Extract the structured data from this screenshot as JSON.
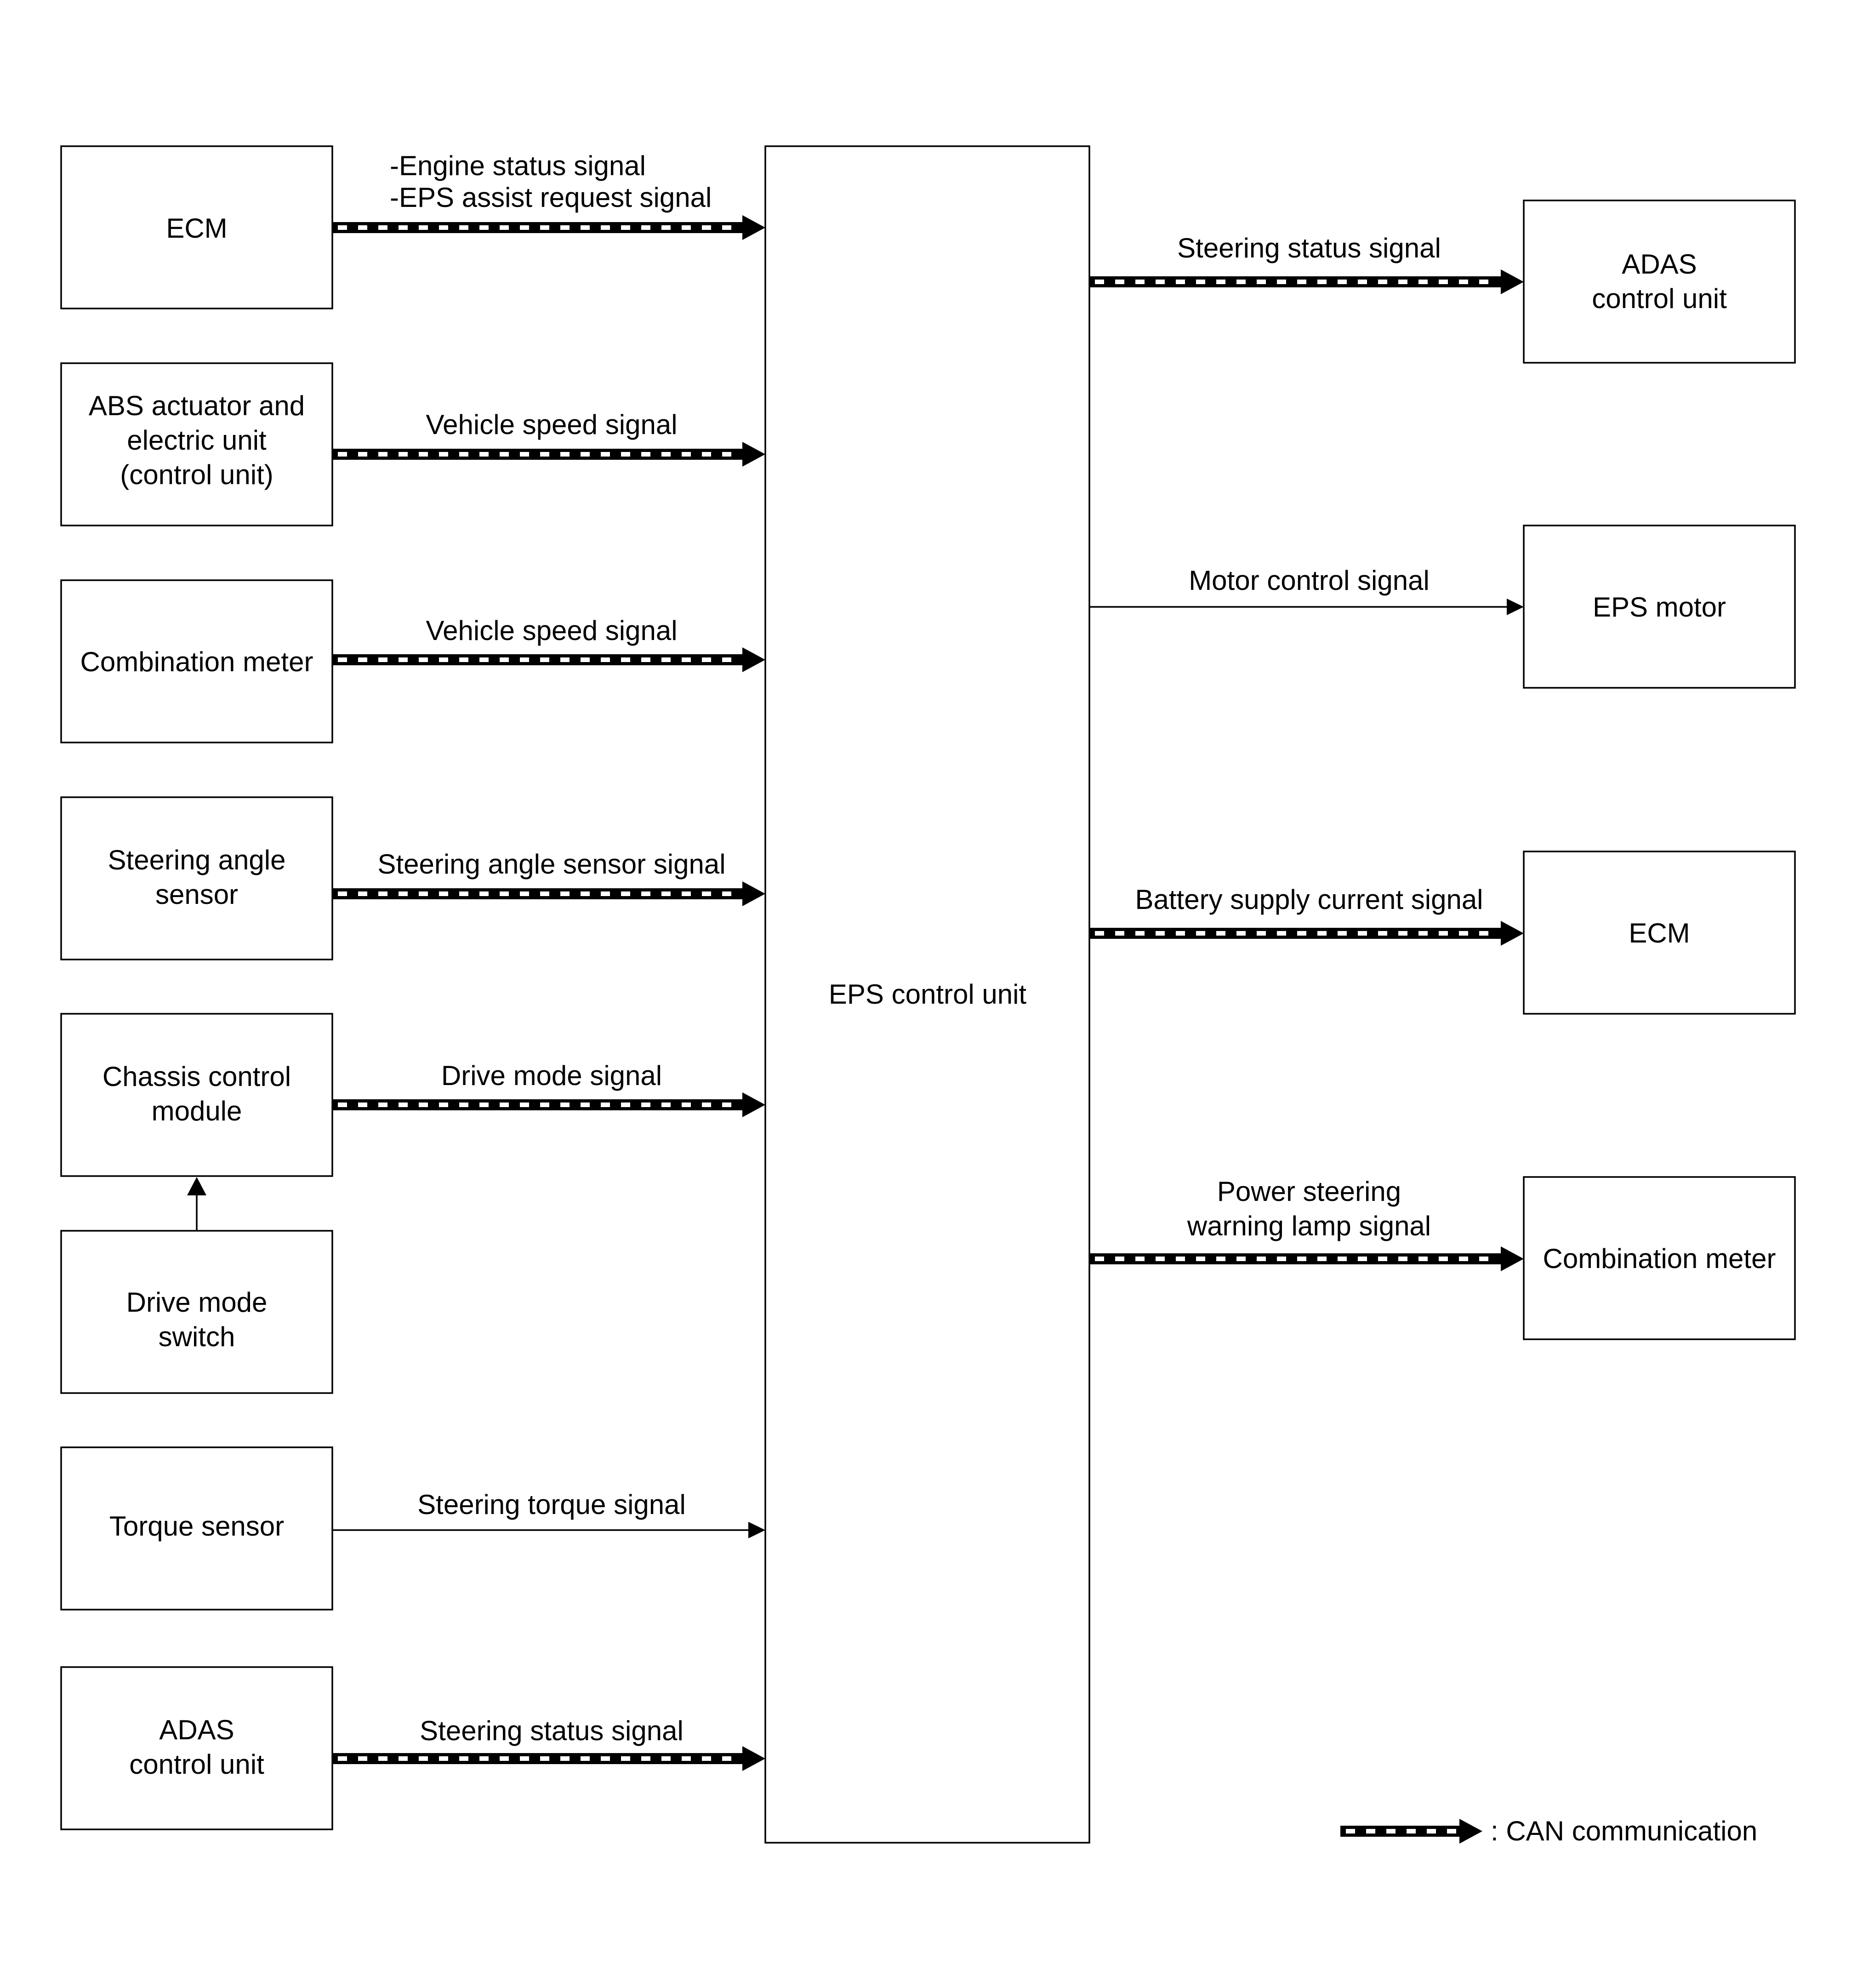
{
  "colors": {
    "line": "#000000",
    "background": "#ffffff",
    "dash": "#ffffff"
  },
  "center_unit": "EPS control unit",
  "inputs": [
    {
      "box": [
        "ECM"
      ],
      "signal": [
        "-Engine status signal",
        "-EPS assist request signal"
      ],
      "link": "can"
    },
    {
      "box": [
        "ABS actuator and",
        "electric unit",
        "(control unit)"
      ],
      "signal": [
        "Vehicle speed signal"
      ],
      "link": "can"
    },
    {
      "box": [
        "Combination meter"
      ],
      "signal": [
        "Vehicle speed signal"
      ],
      "link": "can"
    },
    {
      "box": [
        "Steering angle",
        "sensor"
      ],
      "signal": [
        "Steering angle sensor signal"
      ],
      "link": "can"
    },
    {
      "box": [
        "Chassis control",
        "module"
      ],
      "signal": [
        "Drive mode signal"
      ],
      "link": "can"
    },
    {
      "box": [
        "Torque sensor"
      ],
      "signal": [
        "Steering torque signal"
      ],
      "link": "plain"
    },
    {
      "box": [
        "ADAS",
        "control unit"
      ],
      "signal": [
        "Steering status signal"
      ],
      "link": "can"
    }
  ],
  "drive_mode_switch": [
    "Drive mode",
    "switch"
  ],
  "outputs": [
    {
      "box": [
        "ADAS",
        "control unit"
      ],
      "signal": [
        "Steering status signal"
      ],
      "link": "can"
    },
    {
      "box": [
        "EPS motor"
      ],
      "signal": [
        "Motor control signal"
      ],
      "link": "plain"
    },
    {
      "box": [
        "ECM"
      ],
      "signal": [
        "Battery supply current signal"
      ],
      "link": "can"
    },
    {
      "box": [
        "Combination meter"
      ],
      "signal": [
        "Power steering",
        "warning lamp signal"
      ],
      "link": "can"
    }
  ],
  "legend": {
    "label": ": CAN communication"
  }
}
